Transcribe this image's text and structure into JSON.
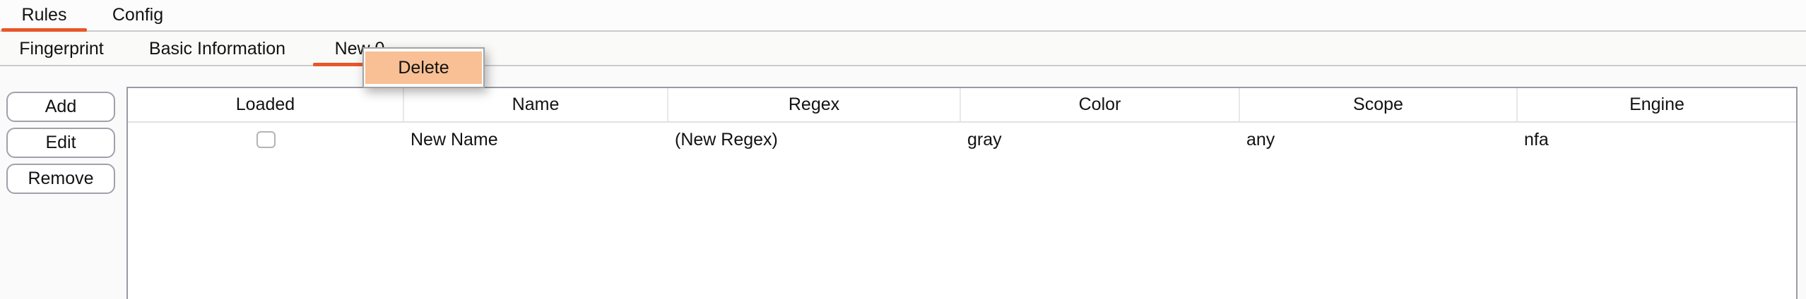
{
  "primary_tabs": [
    {
      "label": "Rules",
      "active": true
    },
    {
      "label": "Config",
      "active": false
    }
  ],
  "secondary_tabs": [
    {
      "label": "Fingerprint",
      "active": false
    },
    {
      "label": "Basic Information",
      "active": false
    },
    {
      "label": "New 0",
      "active": true
    }
  ],
  "context_menu": {
    "items": [
      {
        "label": "Delete",
        "highlighted": true
      }
    ]
  },
  "actions": [
    {
      "label": "Add"
    },
    {
      "label": "Edit"
    },
    {
      "label": "Remove"
    }
  ],
  "table": {
    "columns": [
      "Loaded",
      "Name",
      "Regex",
      "Color",
      "Scope",
      "Engine"
    ],
    "rows": [
      {
        "loaded": false,
        "name": "New Name",
        "regex": "(New Regex)",
        "color": "gray",
        "scope": "any",
        "engine": "nfa"
      }
    ]
  },
  "colors": {
    "accent_orange": "#E8572A",
    "menu_highlight": "#F8C094",
    "tab_border": "#C9CCC9",
    "table_border": "#989BA4"
  }
}
